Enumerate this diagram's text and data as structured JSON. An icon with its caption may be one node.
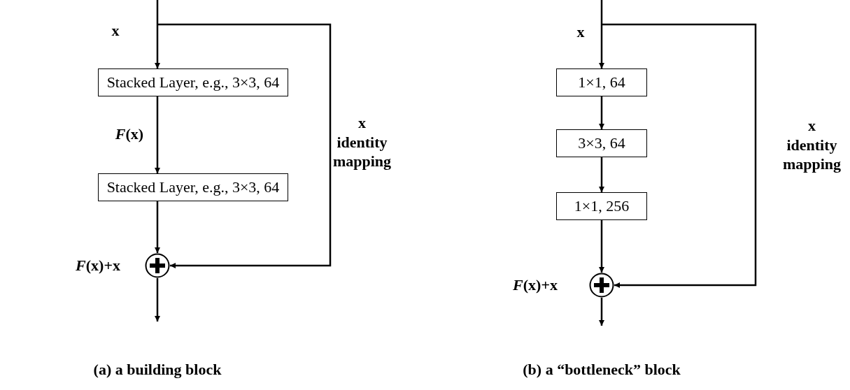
{
  "diagram": {
    "nodes": [
      {
        "text": [
          "Stacked Layer, e.g., 3×3, 64"
        ]
      },
      {
        "text": [
          "Stacked Layer, e.g., 3×3, 64"
        ]
      },
      {
        "text": [],
        "shape": "circle",
        "beside": [
          "*F*(x)+x"
        ]
      },
      {
        "text": [
          "1×1, 64"
        ]
      },
      {
        "text": [
          "3×3, 64"
        ]
      },
      {
        "text": [
          "1×1, 256"
        ]
      },
      {
        "text": [],
        "shape": "circle",
        "beside": [
          "*F*(x)+x"
        ]
      }
    ],
    "edges": [
      {
        "from": null,
        "to": 0,
        "arrow": "to",
        "label": "x"
      },
      {
        "from": 0,
        "to": 1,
        "arrow": "to",
        "label": "*F*(x)"
      },
      {
        "from": 1,
        "to": 2,
        "arrow": "to"
      },
      {
        "from": 2,
        "to": null,
        "arrow": "to"
      },
      {
        "from": null,
        "to": 2,
        "arrow": "to",
        "label": "x identity mapping"
      },
      {
        "from": null,
        "to": 3,
        "arrow": "to",
        "label": "x"
      },
      {
        "from": 3,
        "to": 4,
        "arrow": "to"
      },
      {
        "from": 4,
        "to": 5,
        "arrow": "to"
      },
      {
        "from": 5,
        "to": 6,
        "arrow": "to"
      },
      {
        "from": 6,
        "to": null,
        "arrow": "to"
      },
      {
        "from": null,
        "to": 6,
        "arrow": "to",
        "label": "x identity mapping"
      }
    ],
    "labels": [
      "(a) a building block",
      "(b) a “bottleneck” block"
    ]
  }
}
